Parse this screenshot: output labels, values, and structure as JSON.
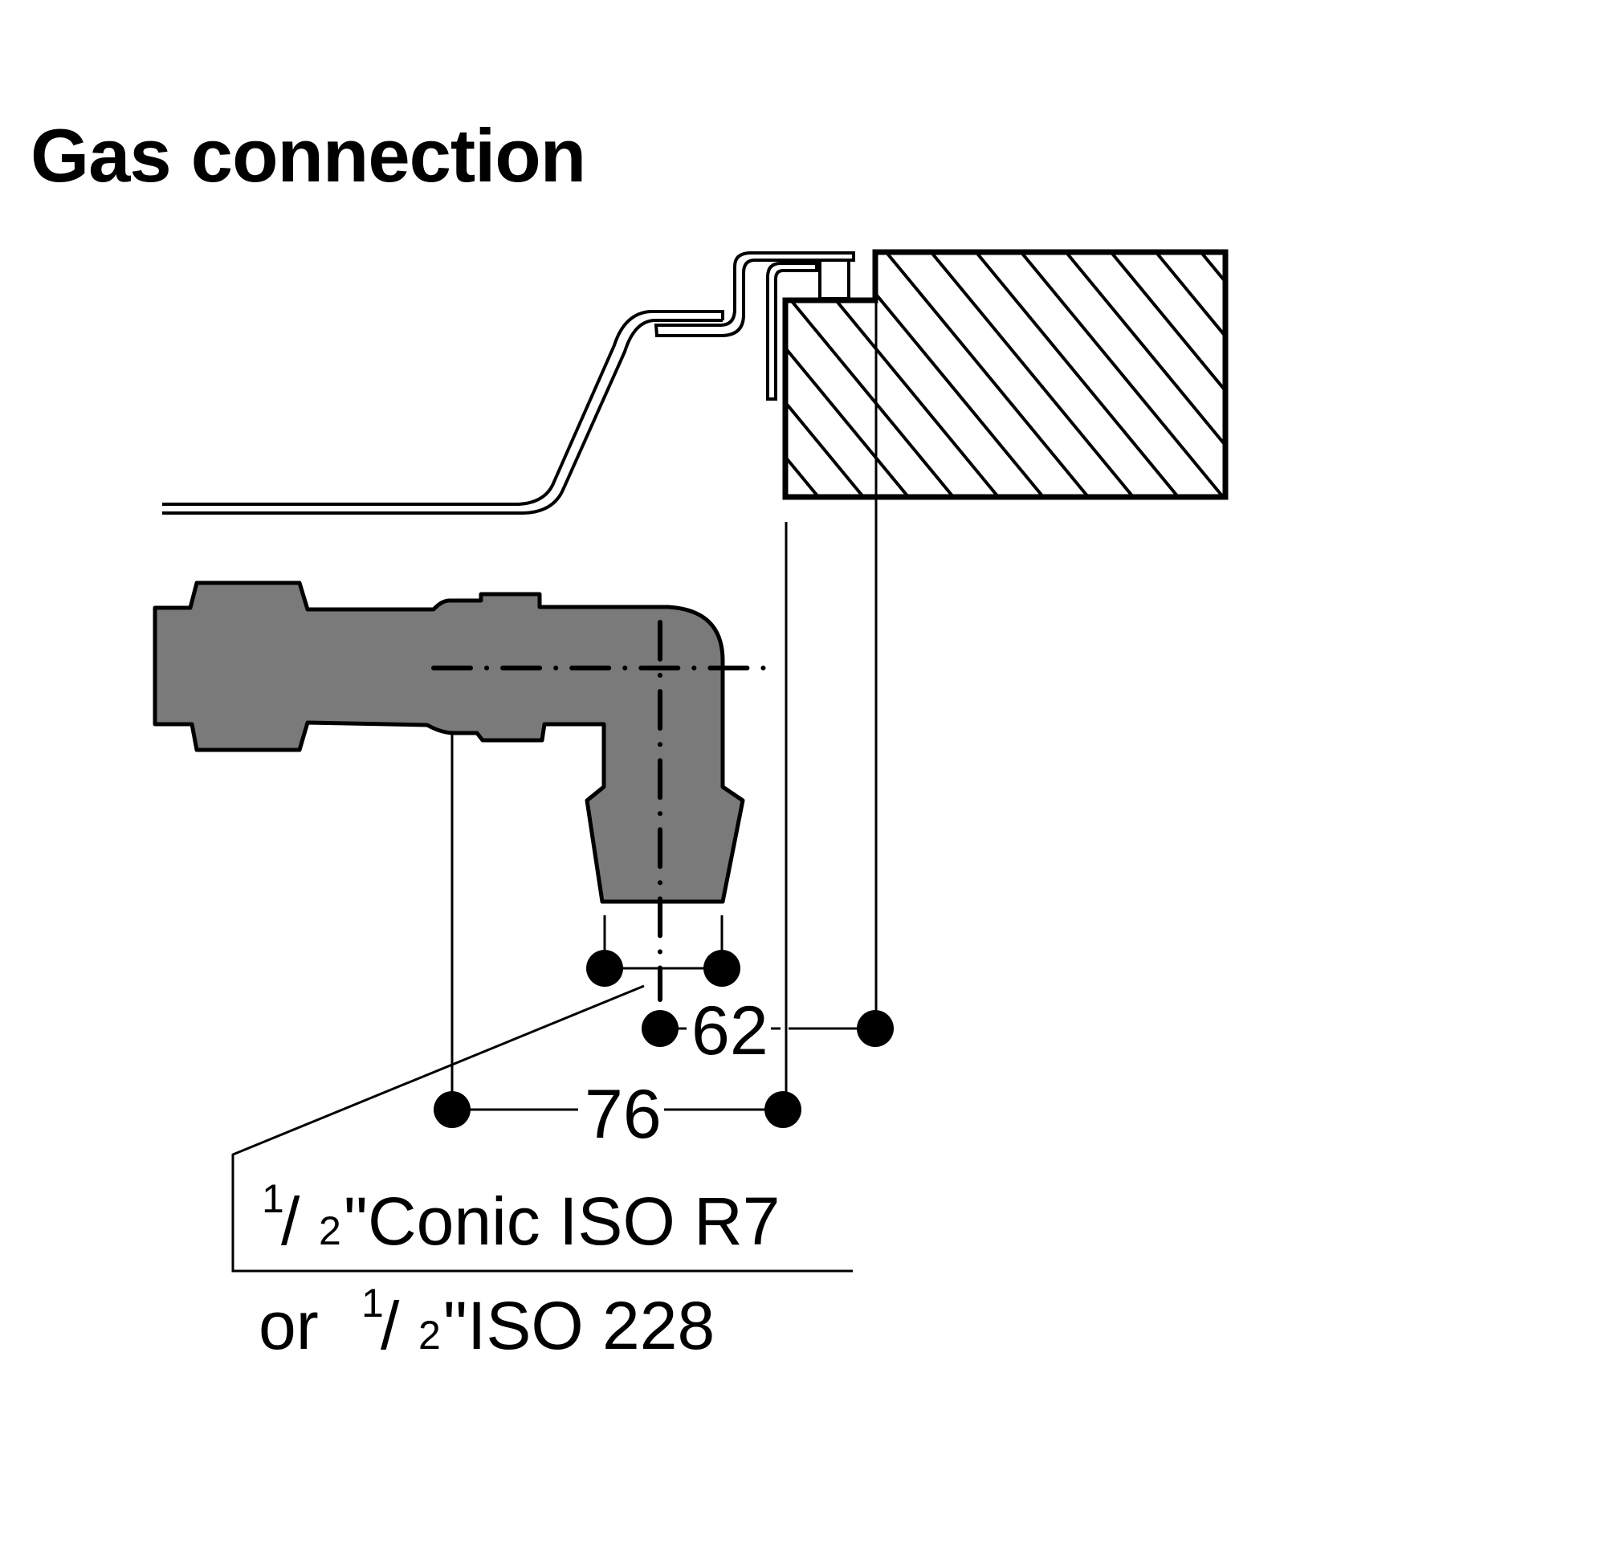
{
  "title": "Gas connection",
  "colors": {
    "fitting_fill": "#7a7a7a",
    "line": "#000000",
    "background": "#ffffff"
  },
  "dimensions": {
    "offset_label": "62",
    "width_label": "76"
  },
  "thread_spec": {
    "line1": {
      "fraction_num": "1",
      "fraction_slash": "/",
      "fraction_den": "2",
      "inch_mark": "\"",
      "text": "Conic ISO R7"
    },
    "line2": {
      "prefix": "or",
      "fraction_num": "1",
      "fraction_slash": "/",
      "fraction_den": "2",
      "inch_mark": "\"",
      "text": "ISO 228"
    }
  }
}
